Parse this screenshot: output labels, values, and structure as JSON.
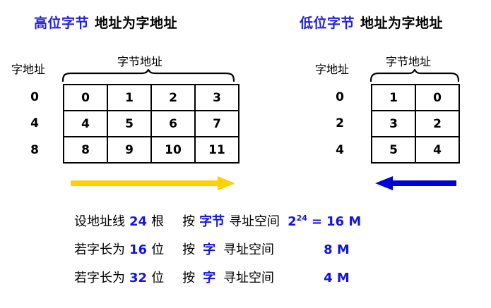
{
  "slide": {
    "background_color": "#ffffff",
    "accent_blue": "#2222dd",
    "arrow_yellow": "#ffd100",
    "arrow_blue": "#0000d8"
  },
  "left_panel": {
    "title_highlight": "高位字节",
    "title_rest": "地址为字地址",
    "word_addr_label": "字地址",
    "byte_addr_label": "字节地址",
    "row_addresses": [
      "0",
      "4",
      "8"
    ],
    "rows": [
      [
        "0",
        "1",
        "2",
        "3"
      ],
      [
        "4",
        "5",
        "6",
        "7"
      ],
      [
        "8",
        "9",
        "10",
        "11"
      ]
    ],
    "arrow_direction": "right",
    "arrow_color": "#ffd100"
  },
  "right_panel": {
    "title_highlight": "低位字节",
    "title_rest": "地址为字地址",
    "word_addr_label": "字地址",
    "byte_addr_label": "字节地址",
    "row_addresses": [
      "0",
      "2",
      "4"
    ],
    "rows": [
      [
        "1",
        "0"
      ],
      [
        "3",
        "2"
      ],
      [
        "5",
        "4"
      ]
    ],
    "arrow_direction": "left",
    "arrow_color": "#0000d8"
  },
  "formulas": [
    {
      "prefix": "设地址线",
      "value": "24",
      "unit": "根",
      "by_label": "按",
      "by_value": "字节",
      "space_label": "寻址空间",
      "base": "2",
      "exponent": "24",
      "equals": "=",
      "result": "16 M"
    },
    {
      "prefix": "若字长为",
      "value": "16",
      "unit": "位",
      "by_label": "按",
      "by_value": "字",
      "space_label": "寻址空间",
      "base": "",
      "exponent": "",
      "equals": "",
      "result": "8 M"
    },
    {
      "prefix": "若字长为",
      "value": "32",
      "unit": "位",
      "by_label": "按",
      "by_value": "字",
      "space_label": "寻址空间",
      "base": "",
      "exponent": "",
      "equals": "",
      "result": "4 M"
    }
  ]
}
